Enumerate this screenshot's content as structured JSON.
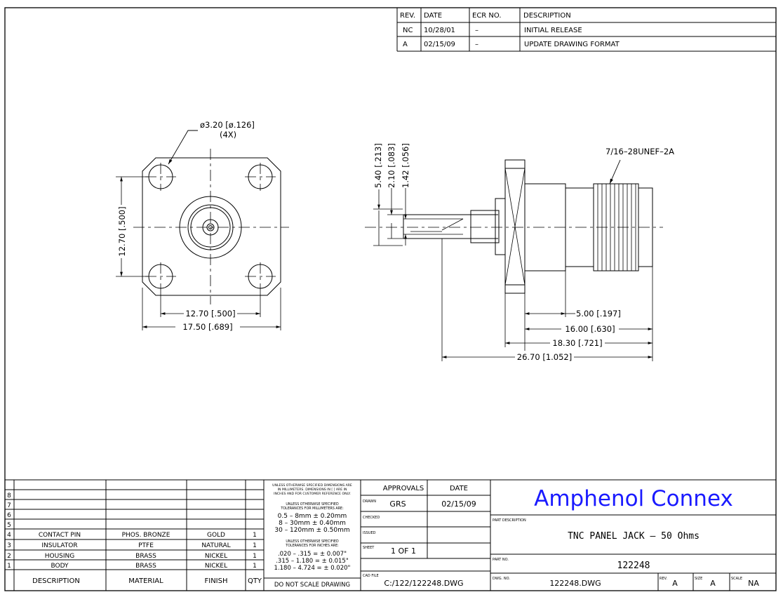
{
  "revisions": {
    "headers": [
      "REV.",
      "DATE",
      "ECR NO.",
      "DESCRIPTION"
    ],
    "rows": [
      [
        "NC",
        "10/28/01",
        "–",
        "INITIAL RELEASE"
      ],
      [
        "A",
        "02/15/09",
        "–",
        "UPDATE DRAWING FORMAT"
      ]
    ]
  },
  "front_view": {
    "hole_note": "ø3.20 [ø.126]",
    "hole_count": "(4X)",
    "dim_height": "12.70 [.500]",
    "dim_hole_spacing": "12.70 [.500]",
    "dim_flange_width": "17.50 [.689]"
  },
  "side_view": {
    "thread": "7/16–28UNEF–2A",
    "dim_v1": "5.40 [.213]",
    "dim_v2": "2.10 [.083]",
    "dim_v3": "1.42 [.056]",
    "dim_h1": "5.00 [.197]",
    "dim_h2": "16.00 [.630]",
    "dim_h3": "18.30 [.721]",
    "dim_h4": "26.70 [1.052]"
  },
  "bom": {
    "headers": [
      "DESCRIPTION",
      "MATERIAL",
      "FINISH",
      "QTY"
    ],
    "row_numbers": [
      "8",
      "7",
      "6",
      "5",
      "4",
      "3",
      "2",
      "1"
    ],
    "rows": [
      [
        "",
        "",
        "",
        ""
      ],
      [
        "",
        "",
        "",
        ""
      ],
      [
        "",
        "",
        "",
        ""
      ],
      [
        "",
        "",
        "",
        ""
      ],
      [
        "CONTACT PIN",
        "PHOS. BRONZE",
        "GOLD",
        "1"
      ],
      [
        "INSULATOR",
        "PTFE",
        "NATURAL",
        "1"
      ],
      [
        "HOUSING",
        "BRASS",
        "NICKEL",
        "1"
      ],
      [
        "BODY",
        "BRASS",
        "NICKEL",
        "1"
      ]
    ]
  },
  "tolerances": {
    "note1": [
      "UNLESS OTHERWISE SPECIFIED DIMENSIONS ARE",
      "IN MILLIMETERS. DIMENSIONS IN [ ] ARE IN",
      "INCHES AND FOR CUSTOMER REFERENCE ONLY."
    ],
    "mm_header": [
      "UNLESS OTHERWISE SPECIFIED",
      "TOLERANCES FOR MILLIMETERS ARE:"
    ],
    "mm_lines": [
      "0.5 – 8mm ± 0.20mm",
      "8 – 30mm ± 0.40mm",
      "30 – 120mm ± 0.50mm"
    ],
    "in_header": [
      "UNLESS OTHERWISE SPECIFIED",
      "TOLERANCES FOR INCHES ARE:"
    ],
    "in_lines": [
      ".020 – .315 = ± 0.007\"",
      ".315 – 1.180 = ± 0.015\"",
      "1.180 – 4.724 = ± 0.020\""
    ],
    "no_scale": "DO NOT SCALE DRAWING"
  },
  "approvals": {
    "header": "APPROVALS",
    "date_header": "DATE",
    "drawn_label": "DRAWN",
    "drawn_by": "GRS",
    "drawn_date": "02/15/09",
    "checked_label": "CHECKED",
    "issued_label": "ISSUED",
    "sheet_label": "SHEET",
    "sheet_value": "1 OF 1",
    "cad_label": "CAD FILE",
    "cad_value": "C:/122/122248.DWG"
  },
  "title_block": {
    "company": "Amphenol Connex",
    "company_color": "#1a1aff",
    "part_desc_label": "PART DESCRIPTION",
    "part_desc": "TNC PANEL JACK – 50 Ohms",
    "part_no_label": "PART NO.",
    "part_no": "122248",
    "dwg_label": "DWG. NO.",
    "dwg_value": "122248.DWG",
    "rev_label": "REV.",
    "rev_value": "A",
    "size_label": "SIZE",
    "size_value": "A",
    "scale_label": "SCALE",
    "scale_value": "NA"
  }
}
